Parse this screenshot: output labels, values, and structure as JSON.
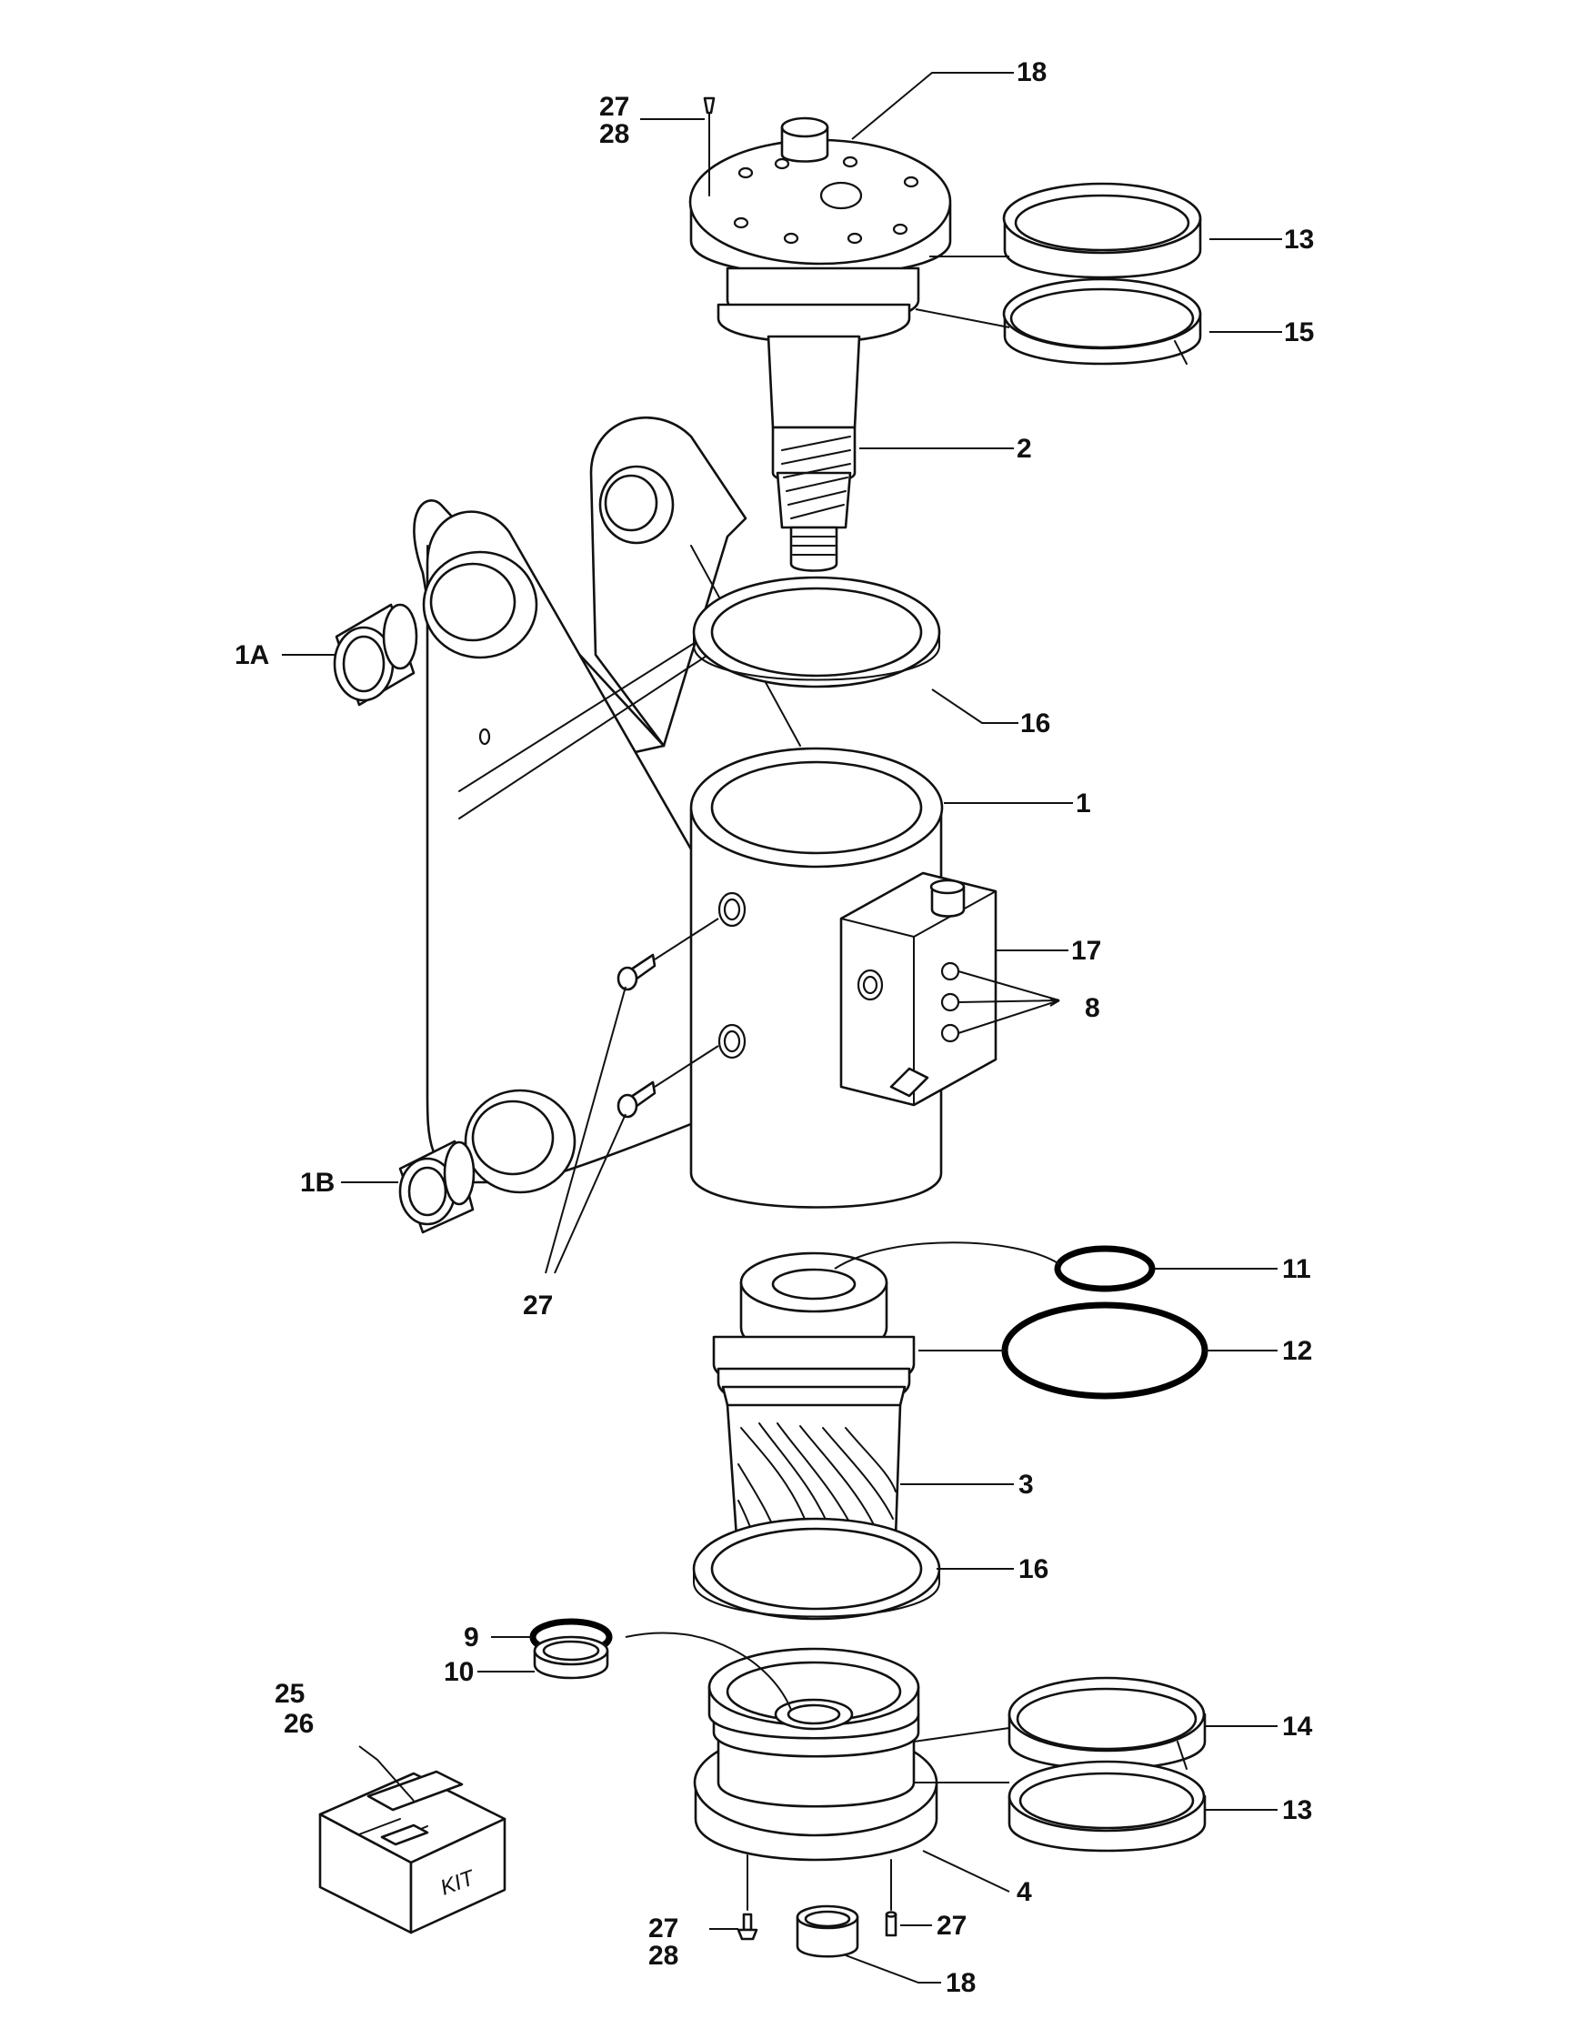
{
  "labels": {
    "l18_top": "18",
    "l27_top": "27",
    "l28_top": "28",
    "l13_top": "13",
    "l15": "15",
    "l2": "2",
    "l1A": "1A",
    "l16_top": "16",
    "l1": "1",
    "l17": "17",
    "l8": "8",
    "l1B": "1B",
    "l27_mid": "27",
    "l11": "11",
    "l12": "12",
    "l3": "3",
    "l16_bot": "16",
    "l9": "9",
    "l10": "10",
    "l25": "25",
    "l26": "26",
    "l14": "14",
    "l13_bot": "13",
    "l4": "4",
    "l27_bl": "27",
    "l28_bl": "28",
    "l27_br": "27",
    "l18_bot": "18",
    "kit": "KIT"
  }
}
